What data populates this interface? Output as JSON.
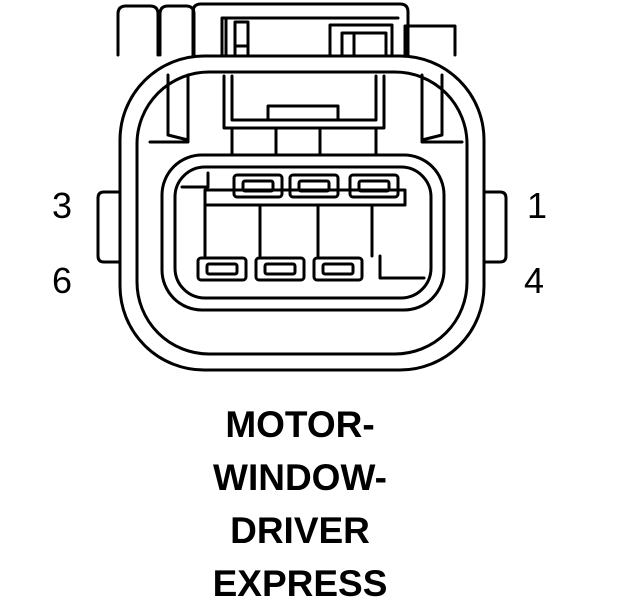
{
  "pin_labels": {
    "pin_3": "3",
    "pin_1": "1",
    "pin_6": "6",
    "pin_4": "4"
  },
  "caption": {
    "line1": "MOTOR-",
    "line2": "WINDOW-",
    "line3": "DRIVER",
    "line4": "EXPRESS"
  }
}
